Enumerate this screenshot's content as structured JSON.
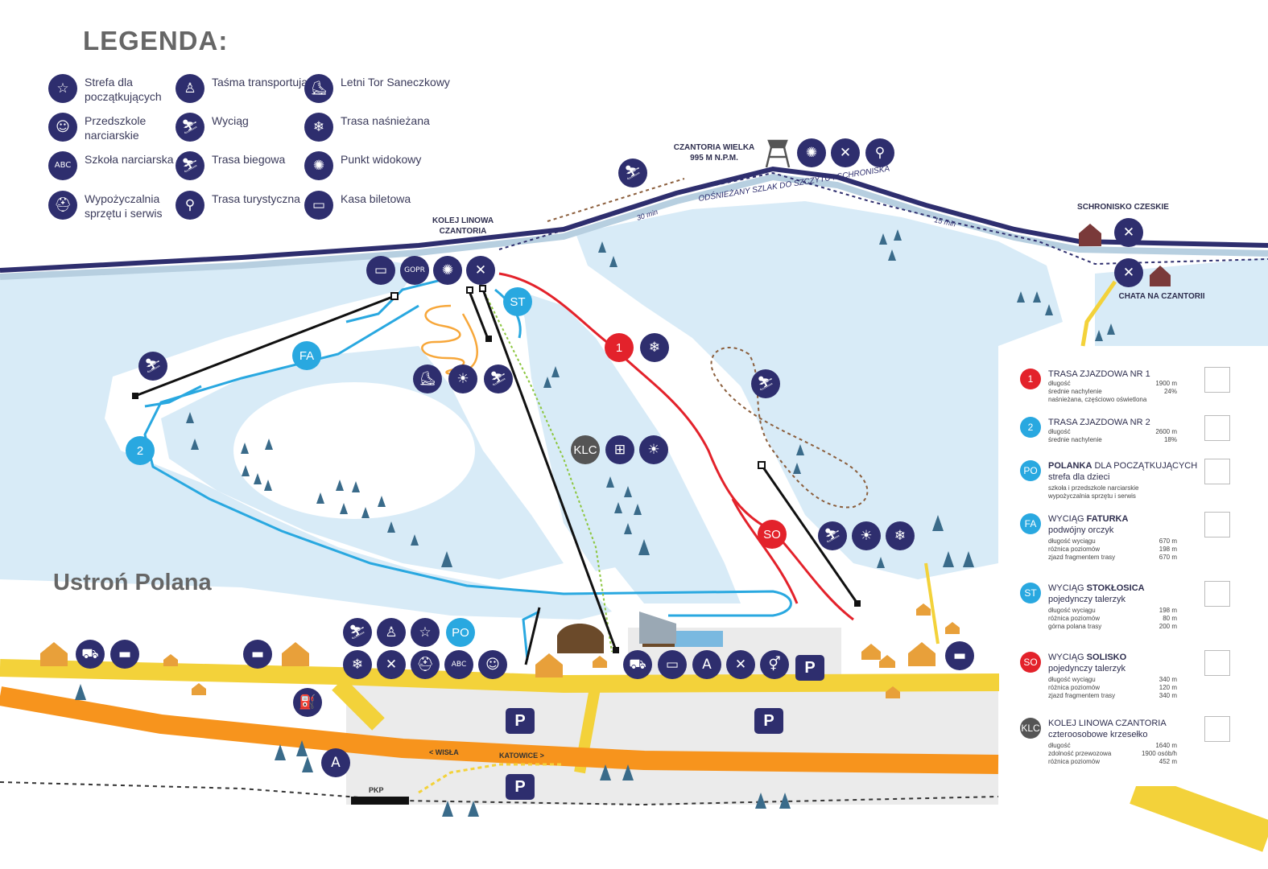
{
  "legend": {
    "title": "LEGENDA:",
    "items": [
      {
        "icon": "star-icon",
        "glyph": "☆",
        "label": "Strefa dla początkujących"
      },
      {
        "icon": "kid-face-icon",
        "glyph": "☺",
        "label": "Przedszkole narciarskie"
      },
      {
        "icon": "abc-icon",
        "glyph": "ABC",
        "label": "Szkoła narciarska"
      },
      {
        "icon": "rental-icon",
        "glyph": "⛑",
        "label": "Wypożyczalnia sprzętu i serwis"
      },
      {
        "icon": "conveyor-icon",
        "glyph": "♙",
        "label": "Taśma transportująca"
      },
      {
        "icon": "ski-lift-icon",
        "glyph": "⛷",
        "label": "Wyciąg"
      },
      {
        "icon": "cross-country-icon",
        "glyph": "⛷",
        "label": "Trasa biegowa"
      },
      {
        "icon": "hiking-icon",
        "glyph": "⚲",
        "label": "Trasa turystyczna"
      },
      {
        "icon": "luge-icon",
        "glyph": "⛸",
        "label": "Letni Tor Saneczkowy"
      },
      {
        "icon": "snowflake-icon",
        "glyph": "❄",
        "label": "Trasa naśnieżana"
      },
      {
        "icon": "viewpoint-icon",
        "glyph": "✺",
        "label": "Punkt widokowy"
      },
      {
        "icon": "ticket-icon",
        "glyph": "▭",
        "label": "Kasa biletowa"
      }
    ]
  },
  "labels": {
    "peak": "CZANTORIA WIELKA\n995 M N.P.M.",
    "cable": "KOLEJ LINOWA\nCZANTORIA",
    "schronisko": "SCHRONISKO CZESKIE",
    "chata": "CHATA NA CZANTORII",
    "trail": "ODŚNIEŻANY SZLAK DO SZCZYTU I SCHRONISKA",
    "t30": "30 min",
    "t15": "15 min",
    "town": "Ustroń Polana",
    "wisla": "< WISŁA",
    "katowice": "KATOWICE >",
    "pkp": "PKP",
    "gopr": "GOPR"
  },
  "badges": {
    "fa": "FA",
    "st": "ST",
    "r1": "1",
    "r2": "2",
    "so": "SO",
    "klc": "KLC",
    "po": "PO",
    "parking": "P",
    "bus": "A",
    "fuel": "⛽"
  },
  "glyphs": {
    "fork": "✕",
    "snow": "❄",
    "light": "☀",
    "bed": "▬",
    "cart": "⛟",
    "wc": "⚥",
    "chair": "⊞",
    "lift": "⛷",
    "hike": "⚲",
    "view": "✺",
    "ticket": "▭",
    "star": "☆",
    "luge": "⛸",
    "person": "♙",
    "abc": "ABC",
    "kid": "☺",
    "rental": "⛑",
    "xc": "⛷"
  },
  "colors": {
    "navy": "#2e2e6e",
    "red": "#e3222b",
    "blue": "#29a8e0",
    "gray": "#555555",
    "snow": "#d8ebf7",
    "yellow": "#f3d23a",
    "orange": "#f7941d"
  },
  "panel": {
    "entries": [
      {
        "num": "1",
        "color": "#e3222b",
        "title": "TRASA ZJAZDOWA NR 1",
        "rows": [
          [
            "długość",
            "1900 m"
          ],
          [
            "średnie nachylenie",
            "24%"
          ]
        ],
        "note": "naśnieżana, częściowo oświetlona"
      },
      {
        "num": "2",
        "color": "#29a8e0",
        "title": "TRASA ZJAZDOWA NR 2",
        "rows": [
          [
            "długość",
            "2600 m"
          ],
          [
            "średnie nachylenie",
            "18%"
          ]
        ],
        "note": ""
      },
      {
        "num": "PO",
        "color": "#29a8e0",
        "title_bold": "POLANKA",
        "title": "DLA POCZĄTKUJĄCYCH",
        "subtitle": "strefa dla dzieci",
        "rows": [],
        "note": "szkoła i przedszkole narciarskie\nwypożyczalnia sprzętu i serwis"
      },
      {
        "num": "FA",
        "color": "#29a8e0",
        "title_pre": "WYCIĄG",
        "title_bold": "FATURKA",
        "subtitle": "podwójny orczyk",
        "rows": [
          [
            "długość wyciągu",
            "670 m"
          ],
          [
            "różnica poziomów",
            "198 m"
          ],
          [
            "zjazd fragmentem trasy",
            "670 m"
          ]
        ],
        "note": ""
      },
      {
        "num": "ST",
        "color": "#29a8e0",
        "title_pre": "WYCIĄG",
        "title_bold": "STOKŁOSICA",
        "subtitle": "pojedynczy talerzyk",
        "rows": [
          [
            "długość wyciągu",
            "198 m"
          ],
          [
            "różnica poziomów",
            "80 m"
          ],
          [
            "górna polana trasy",
            "200 m"
          ]
        ],
        "note": ""
      },
      {
        "num": "SO",
        "color": "#e3222b",
        "title_pre": "WYCIĄG",
        "title_bold": "SOLISKO",
        "subtitle": "pojedynczy talerzyk",
        "rows": [
          [
            "długość wyciągu",
            "340 m"
          ],
          [
            "różnica poziomów",
            "120 m"
          ],
          [
            "zjazd fragmentem trasy",
            "340 m"
          ]
        ],
        "note": ""
      },
      {
        "num": "KLC",
        "color": "#555555",
        "title": "KOLEJ LINOWA CZANTORIA",
        "subtitle": "czteroosobowe krzesełko",
        "rows": [
          [
            "długość",
            "1640 m"
          ],
          [
            "zdolność przewozowa",
            "1900 osób/h"
          ],
          [
            "różnica poziomów",
            "452 m"
          ]
        ],
        "note": ""
      }
    ]
  }
}
